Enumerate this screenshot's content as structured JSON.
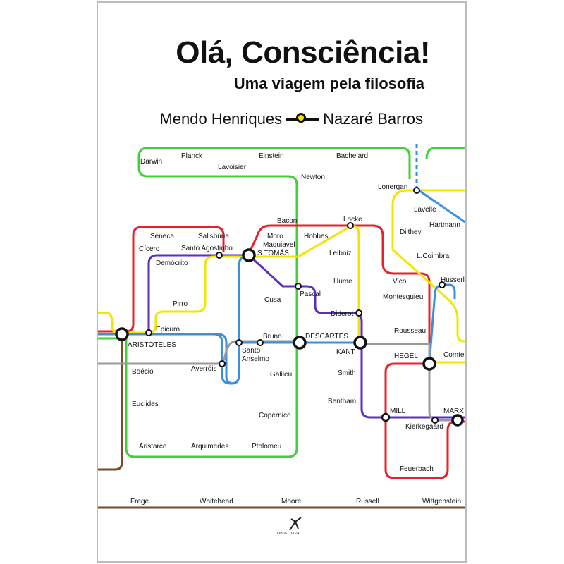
{
  "book": {
    "title": "Olá, Consciência!",
    "subtitle": "Uma viagem pela filosofia",
    "author_1": "Mendo Henriques",
    "author_2": "Nazaré Barros",
    "publisher": "OBJECTIVA"
  },
  "stations": {
    "darwin": "Darwin",
    "planck": "Planck",
    "einstein": "Einstein",
    "bachelard": "Bachelard",
    "lavoisier": "Lavoisier",
    "newton": "Newton",
    "lonergan": "Lonergan",
    "lavelle": "Lavelle",
    "hartmann": "Hartmann",
    "dilthey": "Dilthey",
    "lcoimbra": "L.Coimbra",
    "bacon": "Bacon",
    "locke": "Locke",
    "seneca": "Séneca",
    "salisburia": "Salisbúria",
    "moro": "Moro",
    "hobbes": "Hobbes",
    "maquiavel": "Maquiavel",
    "cicero": "Cícero",
    "santo_agostinho": "Santo Agostinho",
    "s_tomas": "S.TOMÁS",
    "leibniz": "Leibniz",
    "democrito": "Demócrito",
    "vico": "Vico",
    "husserl": "Husserl",
    "hume": "Hume",
    "pascal": "Pascal",
    "montesquieu": "Montesquieu",
    "cusa": "Cusa",
    "pirro": "Pirro",
    "diderot": "Diderot",
    "epicuro": "Epicuro",
    "rousseau": "Rousseau",
    "bruno": "Bruno",
    "descartes": "DESCARTES",
    "aristoteles": "ARISTÓTELES",
    "santo_anselmo_1": "Santo",
    "santo_anselmo_2": "Anselmo",
    "kant": "KANT",
    "hegel": "HEGEL",
    "comte": "Comte",
    "boecio": "Boécio",
    "averrois": "Averróis",
    "galileu": "Galileu",
    "smith": "Smith",
    "euclides": "Euclides",
    "bentham": "Bentham",
    "mill": "MILL",
    "marx": "MARX",
    "copernico": "Copérnico",
    "kierkegaard": "Kierkegaard",
    "aristarco": "Aristarco",
    "arquimedes": "Arquimedes",
    "ptolomeu": "Ptolomeu",
    "feuerbach": "Feuerbach",
    "frege": "Frege",
    "whitehead": "Whitehead",
    "moore": "Moore",
    "russell": "Russell",
    "wittgenstein": "Wittgenstein"
  },
  "lines": {
    "green": "#3fd13a",
    "red": "#e8202a",
    "purple": "#5a2fc2",
    "yellow": "#f2e600",
    "blue": "#3a8fe0",
    "gray": "#9a9a9a",
    "brown": "#7a4a24"
  }
}
